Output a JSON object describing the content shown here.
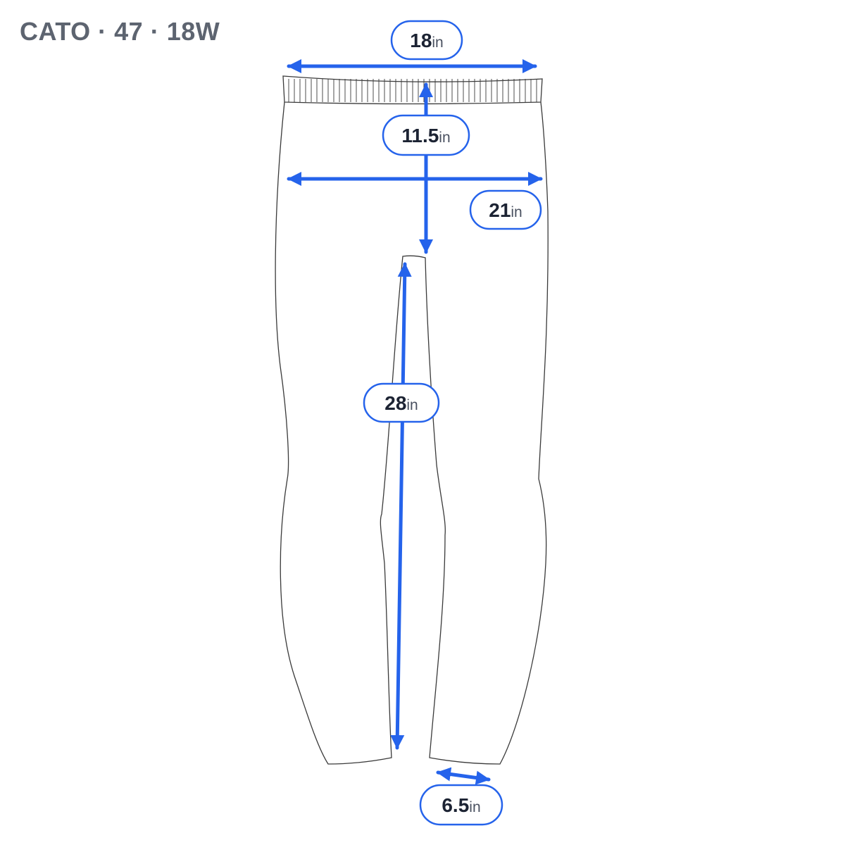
{
  "title": "CATO · 47 · 18W",
  "colors": {
    "accent": "#2563eb",
    "outline": "#3a3a3a",
    "text": "#1c2333",
    "title": "#5d6470"
  },
  "measurements": {
    "waist": {
      "value": "18",
      "unit": "in"
    },
    "rise": {
      "value": "11.5",
      "unit": "in"
    },
    "hip": {
      "value": "21",
      "unit": "in"
    },
    "inseam": {
      "value": "28",
      "unit": "in"
    },
    "leg_opening": {
      "value": "6.5",
      "unit": "in"
    }
  }
}
